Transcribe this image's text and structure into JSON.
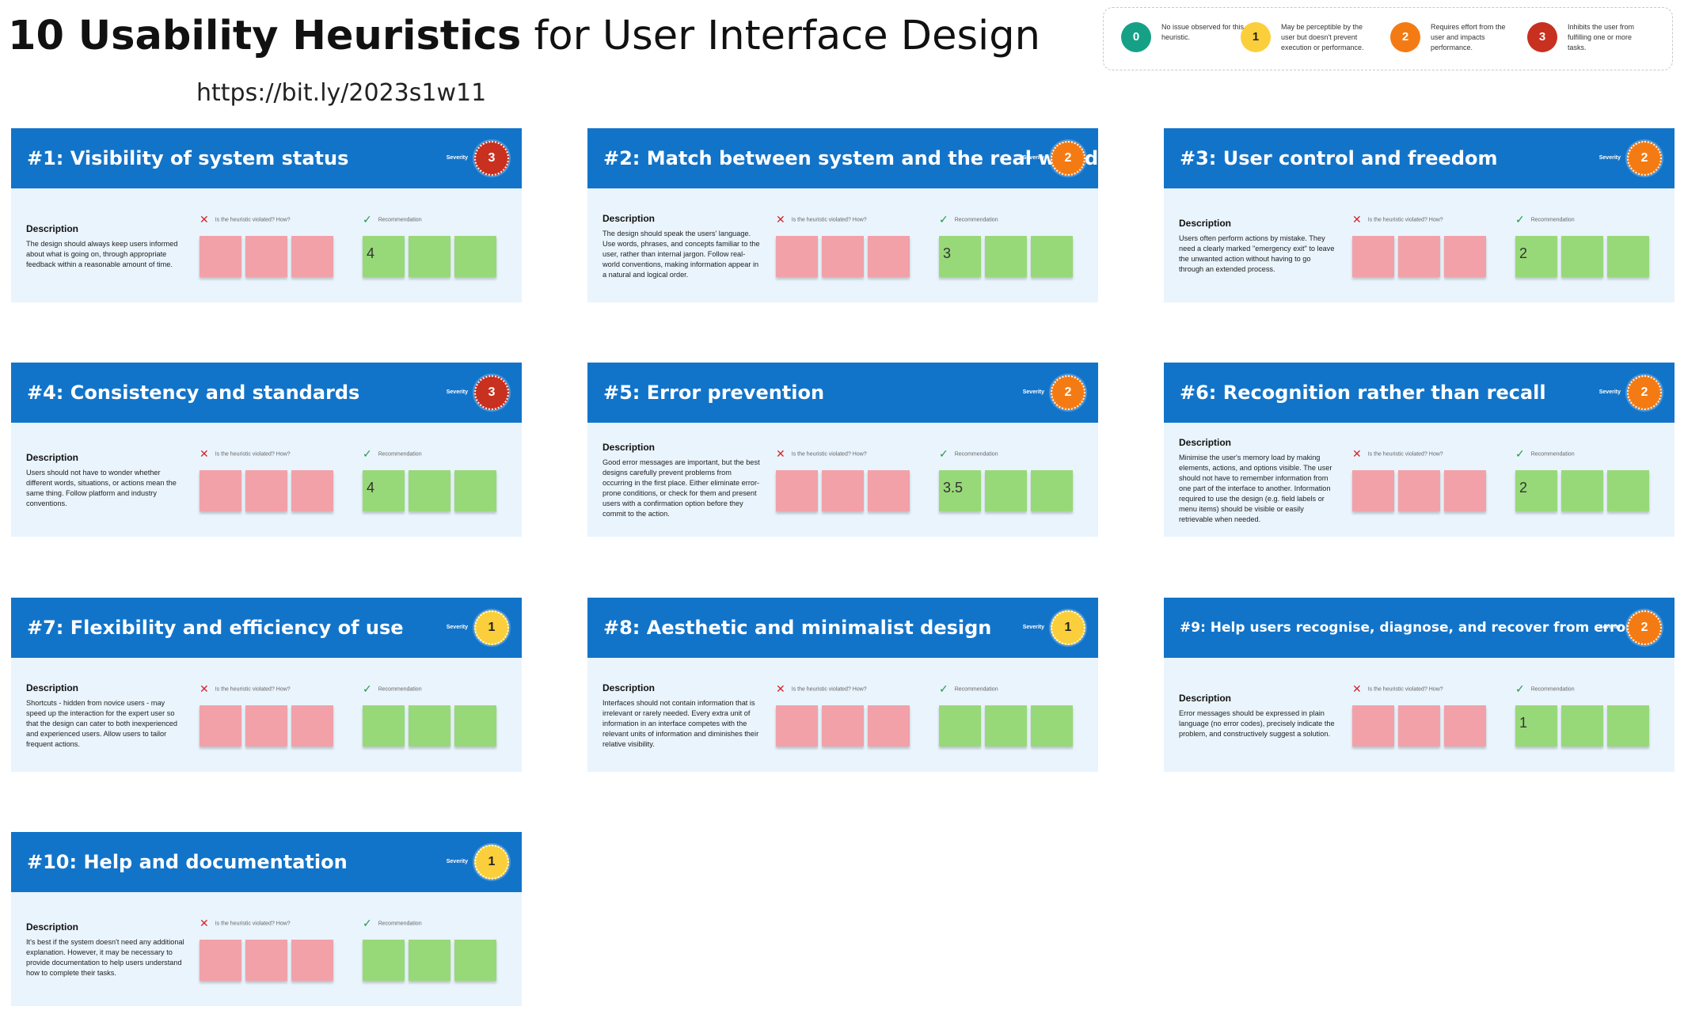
{
  "header": {
    "title_bold": "10 Usability Heuristics",
    "title_rest": " for User Interface Design",
    "url": "https://bit.ly/2023s1w11"
  },
  "legend": [
    {
      "value": "0",
      "text": "No issue observed for this heuristic.",
      "color": "#16a187"
    },
    {
      "value": "1",
      "text": "May be perceptible by the user but doesn't prevent execution or performance.",
      "color": "#fbcf3b"
    },
    {
      "value": "2",
      "text": "Requires effort from the user and impacts performance.",
      "color": "#f47b13"
    },
    {
      "value": "3",
      "text": "Inhibits the user from fulfilling one or more tasks.",
      "color": "#c8301f"
    }
  ],
  "labels": {
    "severity": "Severity",
    "description": "Description",
    "violated": "Is the heuristic violated? How?",
    "recommendation": "Recommendation"
  },
  "colors": {
    "header_blue": "#1274c9",
    "card_bg": "#eaf4fc",
    "sticky_pink": "#f2a1a9",
    "sticky_green": "#97d978"
  },
  "cards": [
    {
      "title": "#1: Visibility of system status",
      "severity": "3",
      "description": "The design should always keep users informed about what is going on, through appropriate feedback within a reasonable amount of time.",
      "recommendation_value": "4"
    },
    {
      "title": "#2: Match between system and the real world",
      "severity": "2",
      "description": "The design should speak the users' language. Use words, phrases, and concepts familiar to the user, rather than internal jargon. Follow real-world conventions, making information appear in a natural and logical order.",
      "recommendation_value": "3"
    },
    {
      "title": "#3: User control and freedom",
      "severity": "2",
      "description": "Users often perform actions by mistake. They need a clearly marked \"emergency exit\" to leave the unwanted action without having to go through an extended process.",
      "recommendation_value": "2"
    },
    {
      "title": "#4: Consistency and standards",
      "severity": "3",
      "description": "Users should not have to wonder whether different words, situations, or actions mean the same thing. Follow platform and industry conventions.",
      "recommendation_value": "4"
    },
    {
      "title": "#5: Error prevention",
      "severity": "2",
      "description": "Good error messages are important, but the best designs carefully prevent problems from occurring in the first place. Either eliminate error-prone conditions, or check for them and present users with a confirmation option before they commit to the action.",
      "recommendation_value": "3.5"
    },
    {
      "title": "#6: Recognition rather than recall",
      "severity": "2",
      "description": "Minimise the user's memory load by making elements, actions, and options visible. The user should not have to remember information from one part of the interface to another. Information required to use the design (e.g. field labels or menu items) should be visible or easily retrievable when needed.",
      "recommendation_value": "2"
    },
    {
      "title": "#7: Flexibility and efficiency of use",
      "severity": "1",
      "description": "Shortcuts - hidden from novice users - may speed up the interaction for the expert user so that the design can cater to both inexperienced and experienced users. Allow users to tailor frequent actions.",
      "recommendation_value": ""
    },
    {
      "title": "#8: Aesthetic and minimalist design",
      "severity": "1",
      "description": "Interfaces should not contain information that is irrelevant or rarely needed. Every extra unit of information in an interface competes with the relevant units of information and diminishes their relative visibility.",
      "recommendation_value": ""
    },
    {
      "title": "#9: Help users recognise, diagnose, and recover from errors",
      "severity": "2",
      "description": "Error messages should be expressed in plain language (no error codes), precisely indicate the problem, and constructively suggest a solution.",
      "recommendation_value": "1"
    },
    {
      "title": "#10: Help and documentation",
      "severity": "1",
      "description": "It's best if the system doesn't need any additional explanation. However, it may be necessary to provide documentation to help users understand how to complete their tasks.",
      "recommendation_value": ""
    }
  ]
}
